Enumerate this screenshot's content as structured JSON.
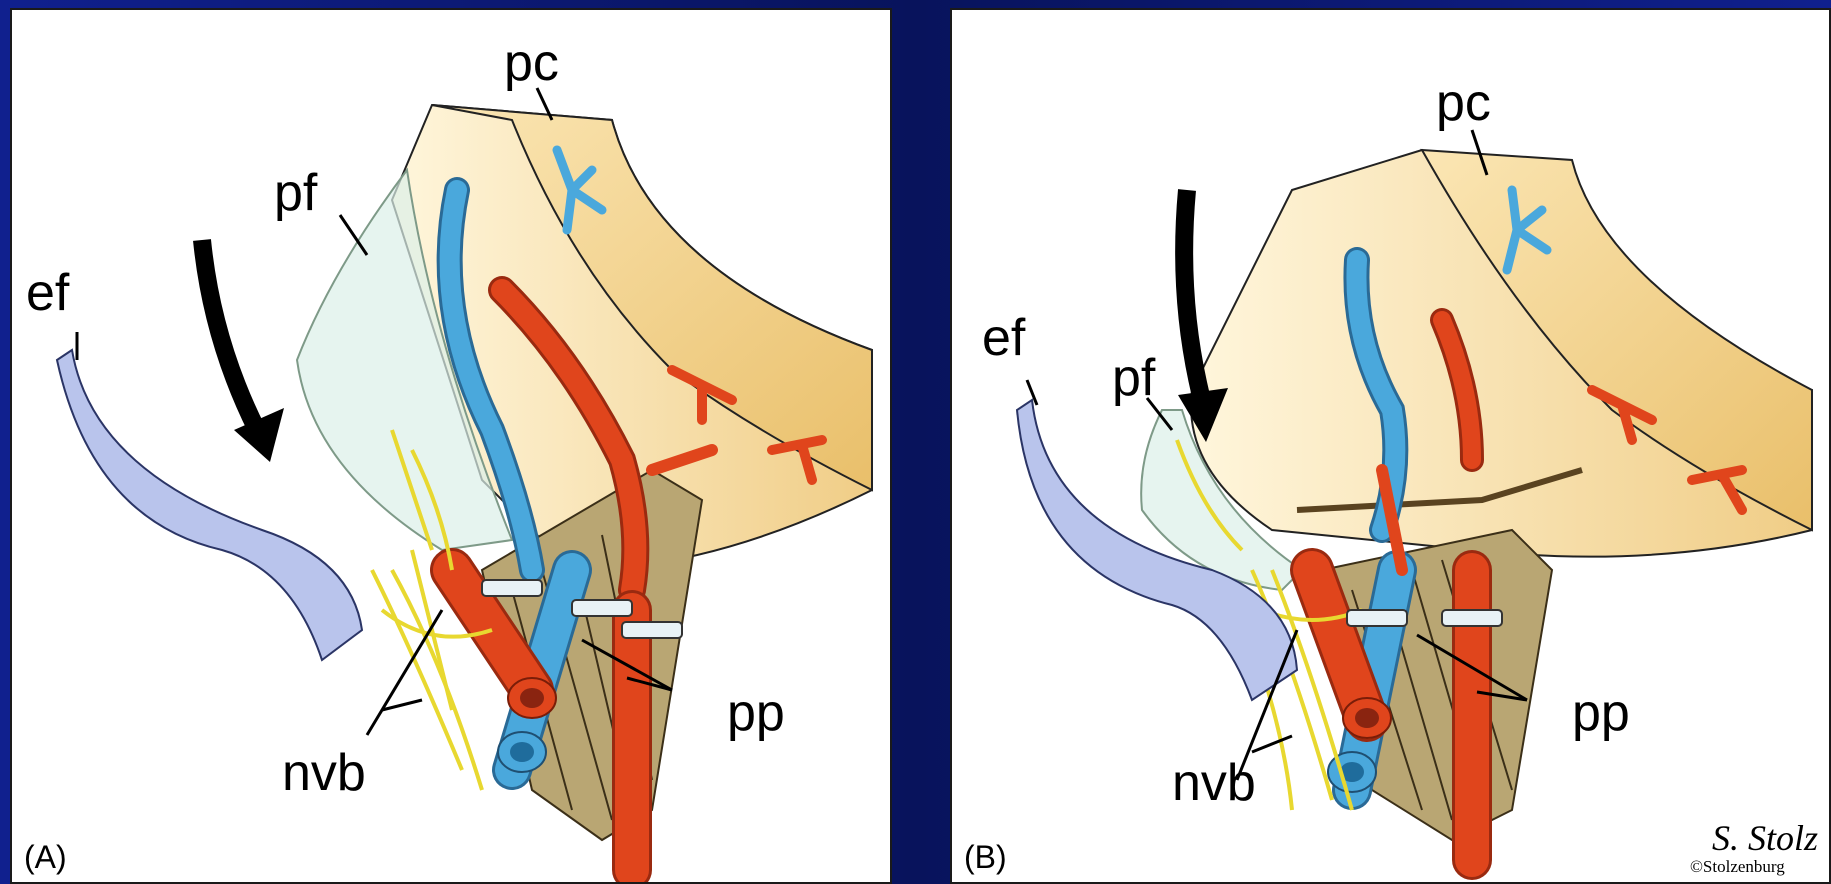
{
  "panels": [
    {
      "id": "A",
      "letter": "(A)",
      "labels": {
        "pc": "pc",
        "pf": "pf",
        "ef": "ef",
        "nvb": "nvb",
        "pp": "pp"
      }
    },
    {
      "id": "B",
      "letter": "(B)",
      "labels": {
        "pc": "pc",
        "pf": "pf",
        "ef": "ef",
        "nvb": "nvb",
        "pp": "pp"
      },
      "signature_script": "S. Stolz",
      "signature_text": "©Stolzenburg"
    }
  ],
  "colors": {
    "background": "#0b1878",
    "prostate": "#f2cf86",
    "fascia": "#b9c4ec",
    "artery": "#e0451c",
    "vein": "#4aa8dc",
    "nerve": "#e8d830",
    "muscle": "#b9a673"
  }
}
